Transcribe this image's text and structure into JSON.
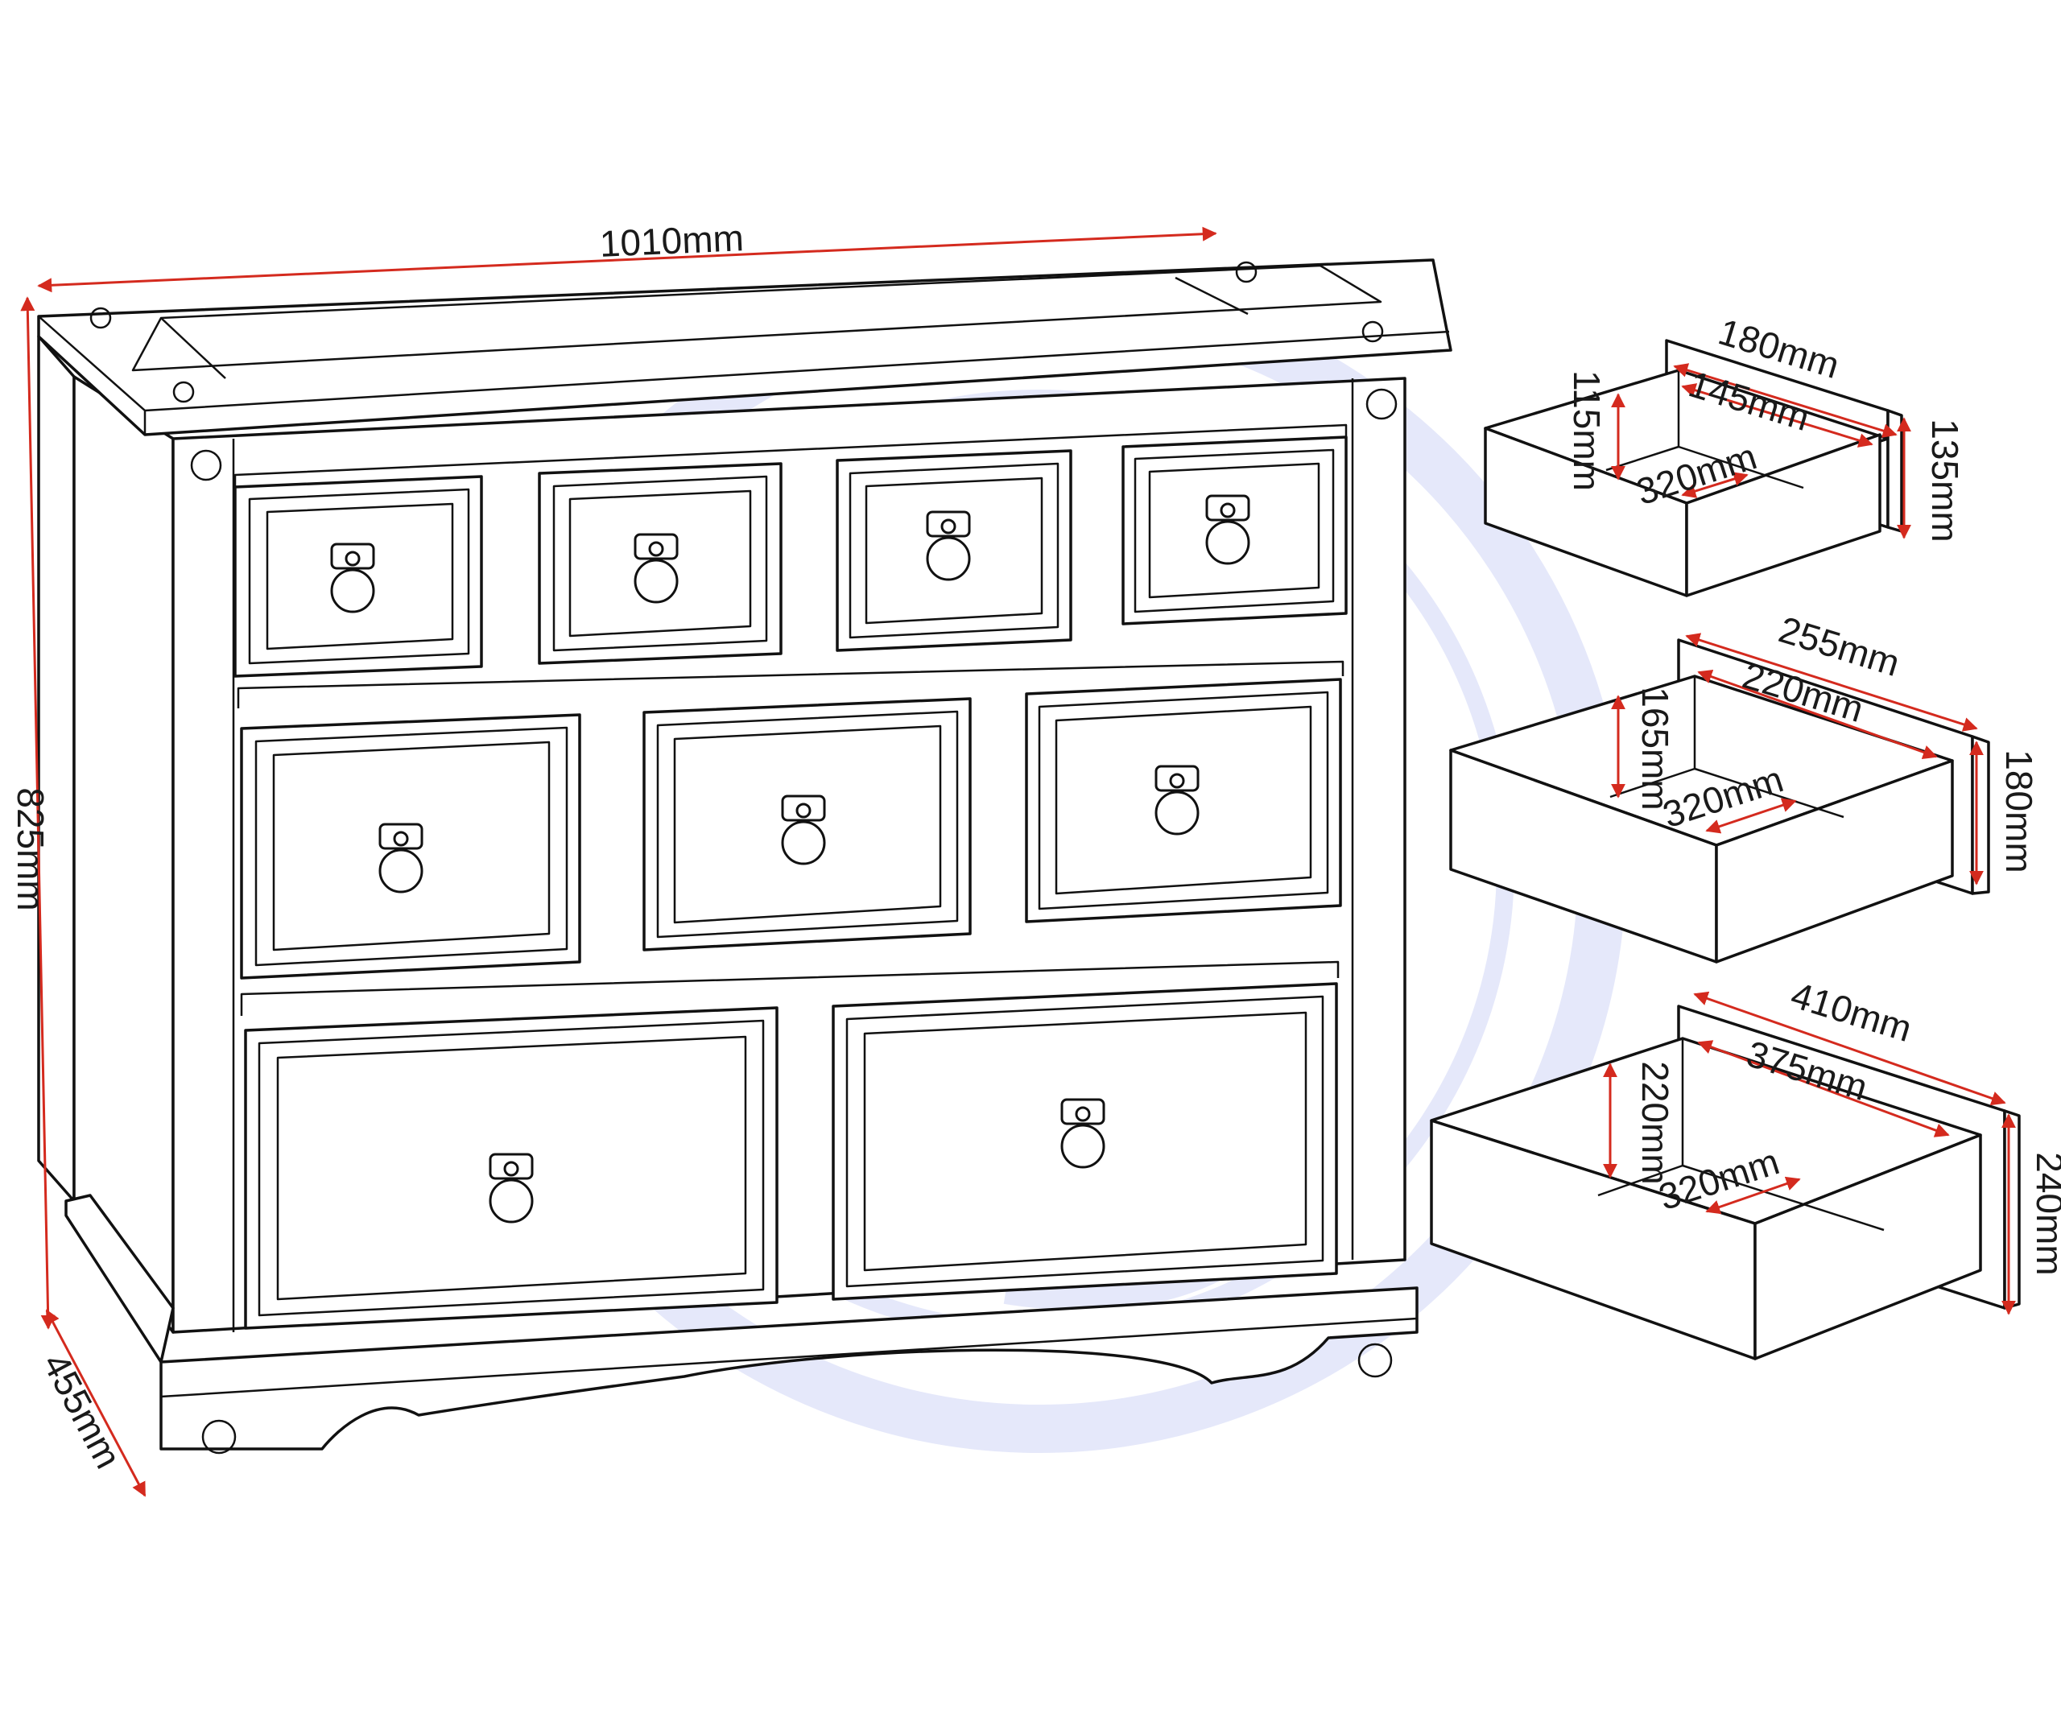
{
  "colors": {
    "dimension_arrow": "#d42a1e",
    "outline": "#111111",
    "watermark": "#2a3fd8",
    "background": "#ffffff"
  },
  "chest": {
    "width_label": "1010mm",
    "height_label": "825mm",
    "depth_label": "455mm"
  },
  "drawers": {
    "small": {
      "outer_depth": "180mm",
      "inner_depth": "145mm",
      "inner_height": "115mm",
      "inner_width": "320mm",
      "outer_height": "135mm"
    },
    "medium": {
      "outer_depth": "255mm",
      "inner_depth": "220mm",
      "inner_height": "165mm",
      "inner_width": "320mm",
      "outer_height": "180mm"
    },
    "large": {
      "outer_depth": "410mm",
      "inner_depth": "375mm",
      "inner_height": "220mm",
      "inner_width": "320mm",
      "outer_height": "240mm"
    }
  }
}
